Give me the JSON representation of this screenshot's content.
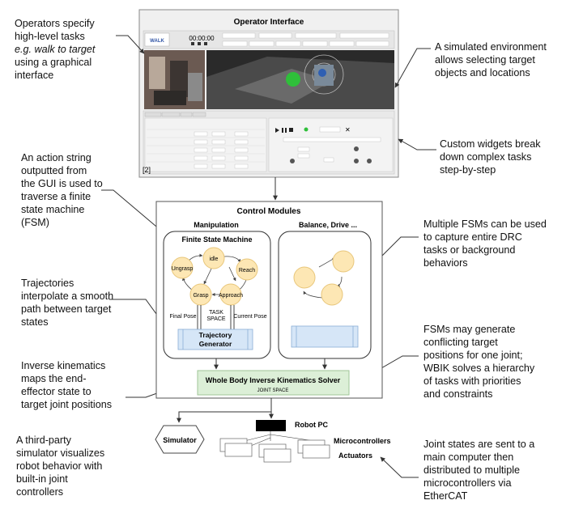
{
  "annotations": {
    "operators": {
      "line1": "Operators specify",
      "line2": "high-level tasks",
      "line3_italic": "e.g. walk to target",
      "line4": "using a graphical",
      "line5": "interface"
    },
    "action": {
      "line1": "An action string",
      "line2": "outputted from",
      "line3": "the GUI is used to",
      "line4": "traverse a finite",
      "line5": "state machine",
      "line6": "(FSM)"
    },
    "trajectories": {
      "line1": "Trajectories",
      "line2": "interpolate a smooth",
      "line3": "path between target",
      "line4": "states"
    },
    "ik": {
      "line1": "Inverse kinematics",
      "line2": "maps the end-",
      "line3": "effector state to",
      "line4": "target joint positions"
    },
    "sim": {
      "line1": "A third-party",
      "line2": "simulator visualizes",
      "line3": "robot behavior with",
      "line4": "built-in joint",
      "line5": "controllers"
    },
    "env": {
      "line1": "A simulated environment",
      "line2": "allows selecting target",
      "line3": "objects and locations"
    },
    "widgets": {
      "line1": "Custom widgets break",
      "line2": "down complex tasks",
      "line3": "step-by-step"
    },
    "multi": {
      "line1": "Multiple FSMs can be used",
      "line2": "to capture entire DRC",
      "line3": "tasks or background",
      "line4": "behaviors"
    },
    "wbik": {
      "line1": "FSMs may generate",
      "line2": "conflicting target",
      "line3": "positions for one joint;",
      "line4": "WBIK solves a hierarchy",
      "line5": "of tasks with priorities",
      "line6": "and constraints"
    },
    "joint": {
      "line1": "Joint states are sent to a",
      "line2": "main computer then",
      "line3": "distributed to multiple",
      "line4": "microcontrollers via",
      "line5": "EtherCAT"
    }
  },
  "operator_interface": {
    "title": "Operator Interface",
    "timer": "00:00:00",
    "badge": "[2]"
  },
  "control": {
    "title": "Control Modules",
    "manip_title": "Manipulation",
    "fsm_title": "Finite State Machine",
    "states": [
      "idle",
      "Reach",
      "Ungrasp",
      "Grasp",
      "Approach"
    ],
    "balance_title": "Balance, Drive ...",
    "final_pose": "Final Pose",
    "task_space_1": "TASK",
    "task_space_2": "SPACE",
    "current_pose": "Current Pose",
    "traj_1": "Trajectory",
    "traj_2": "Generator"
  },
  "wbik": {
    "title": "Whole Body Inverse Kinematics Solver",
    "sub": "JOINT SPACE"
  },
  "bottom": {
    "simulator": "Simulator",
    "robot_pc": "Robot PC",
    "micro": "Microcontrollers",
    "actuators": "Actuators"
  },
  "colors": {
    "state_fill": "#fde7b4",
    "state_stroke": "#e8c67a",
    "traj_fill": "#d6e6f7",
    "wbik_fill": "#dcefd7",
    "wbik_stroke": "#9fc497"
  }
}
